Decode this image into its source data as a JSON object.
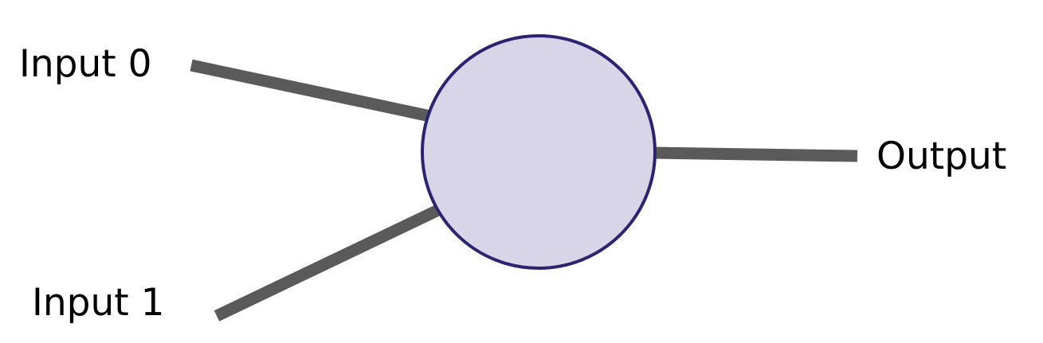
{
  "diagram": {
    "labels": {
      "input_0": "Input 0",
      "input_1": "Input 1",
      "output": "Output"
    },
    "colors": {
      "neuron_fill": "#d9d5e9",
      "neuron_stroke": "#2c2470",
      "connection": "#5a5a5a",
      "text": "#000000",
      "background": "#ffffff"
    }
  }
}
